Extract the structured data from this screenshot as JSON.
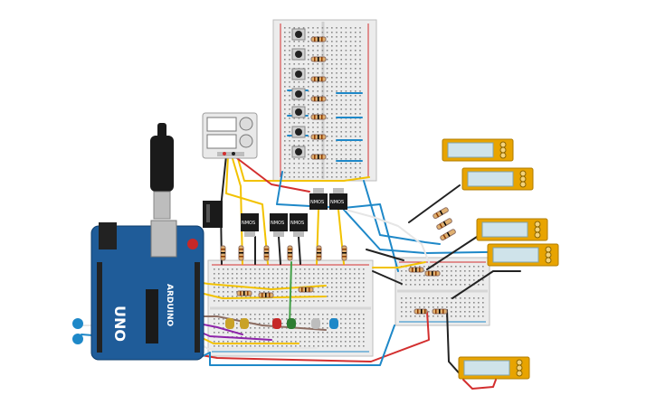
{
  "arduino": {
    "brand": "ARDUINO",
    "model": "UNO",
    "board_color": "#1f5c99"
  },
  "transistors": [
    {
      "label": "NMOS"
    },
    {
      "label": "NMOS"
    },
    {
      "label": "NMOS"
    },
    {
      "label": "NMOS"
    },
    {
      "label": "NMOS"
    }
  ],
  "colors": {
    "wire_blue": "#1e88c8",
    "wire_red": "#d32f2f",
    "wire_black": "#222222",
    "wire_yellow": "#f2c200",
    "wire_white": "#e6e6e6",
    "lcd_frame": "#e8a400",
    "lcd_screen": "#cfe3ea",
    "breadboard": "#ececec"
  },
  "icons": {
    "power_supply": "dc-power-supply-icon",
    "button": "pushbutton-icon",
    "resistor": "resistor-icon",
    "led": "led-icon",
    "lcd": "lcd-display-icon",
    "pot": "potentiometer-icon",
    "usb": "usb-cable-icon"
  }
}
